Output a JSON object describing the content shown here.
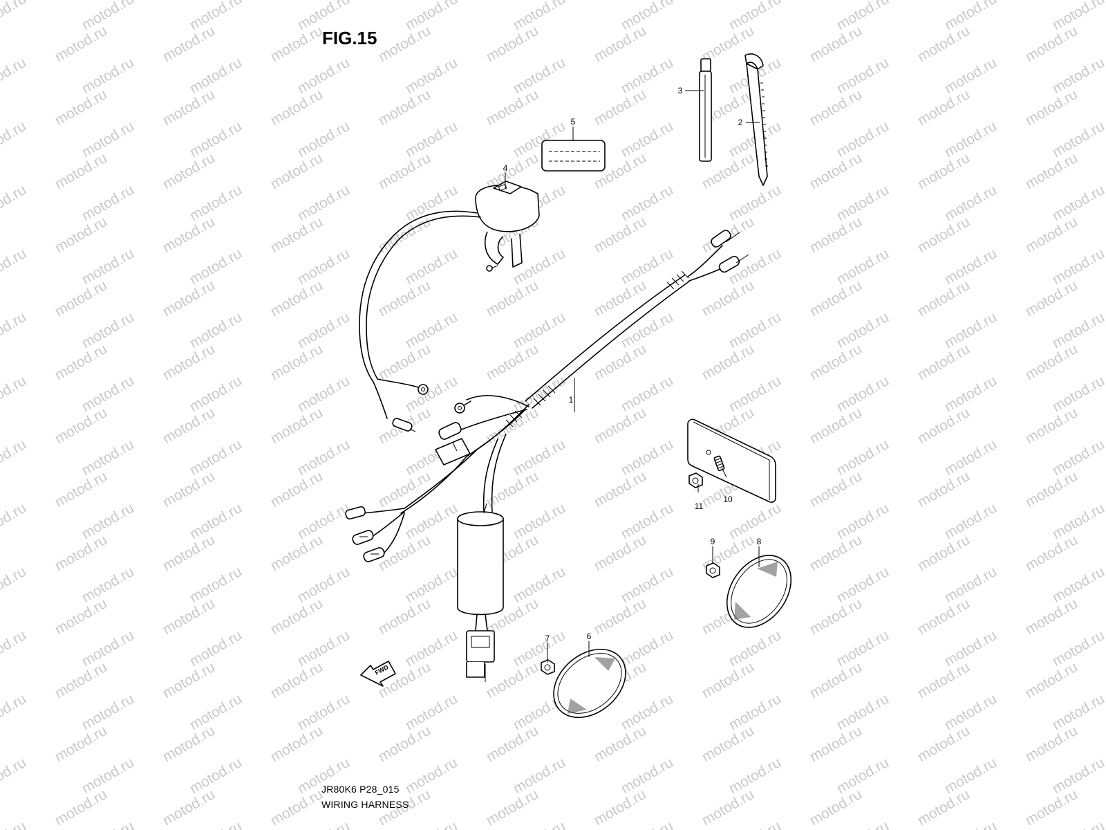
{
  "figure": {
    "title": "FIG.15",
    "code": "JR80K6 P28_015",
    "name": "WIRING HARNESS"
  },
  "watermark": {
    "text": "motod.ru"
  },
  "callouts": [
    {
      "id": "harness",
      "label": "1"
    },
    {
      "id": "clamp-long",
      "label": "2"
    },
    {
      "id": "clamp-short",
      "label": "3"
    },
    {
      "id": "kill-switch",
      "label": "4"
    },
    {
      "id": "label",
      "label": "5"
    },
    {
      "id": "front-reflector",
      "label": "6"
    },
    {
      "id": "front-reflector-nut",
      "label": "7"
    },
    {
      "id": "rear-reflector",
      "label": "8"
    },
    {
      "id": "rear-reflector-nut",
      "label": "9"
    },
    {
      "id": "side-reflector",
      "label": "10"
    },
    {
      "id": "side-reflector-nut",
      "label": "11"
    }
  ],
  "direction_marker": {
    "text": "FWD",
    "icon": "arrow-left"
  },
  "colors": {
    "line": "#000000",
    "watermark": "#c9c9c9",
    "background": "#ffffff"
  }
}
